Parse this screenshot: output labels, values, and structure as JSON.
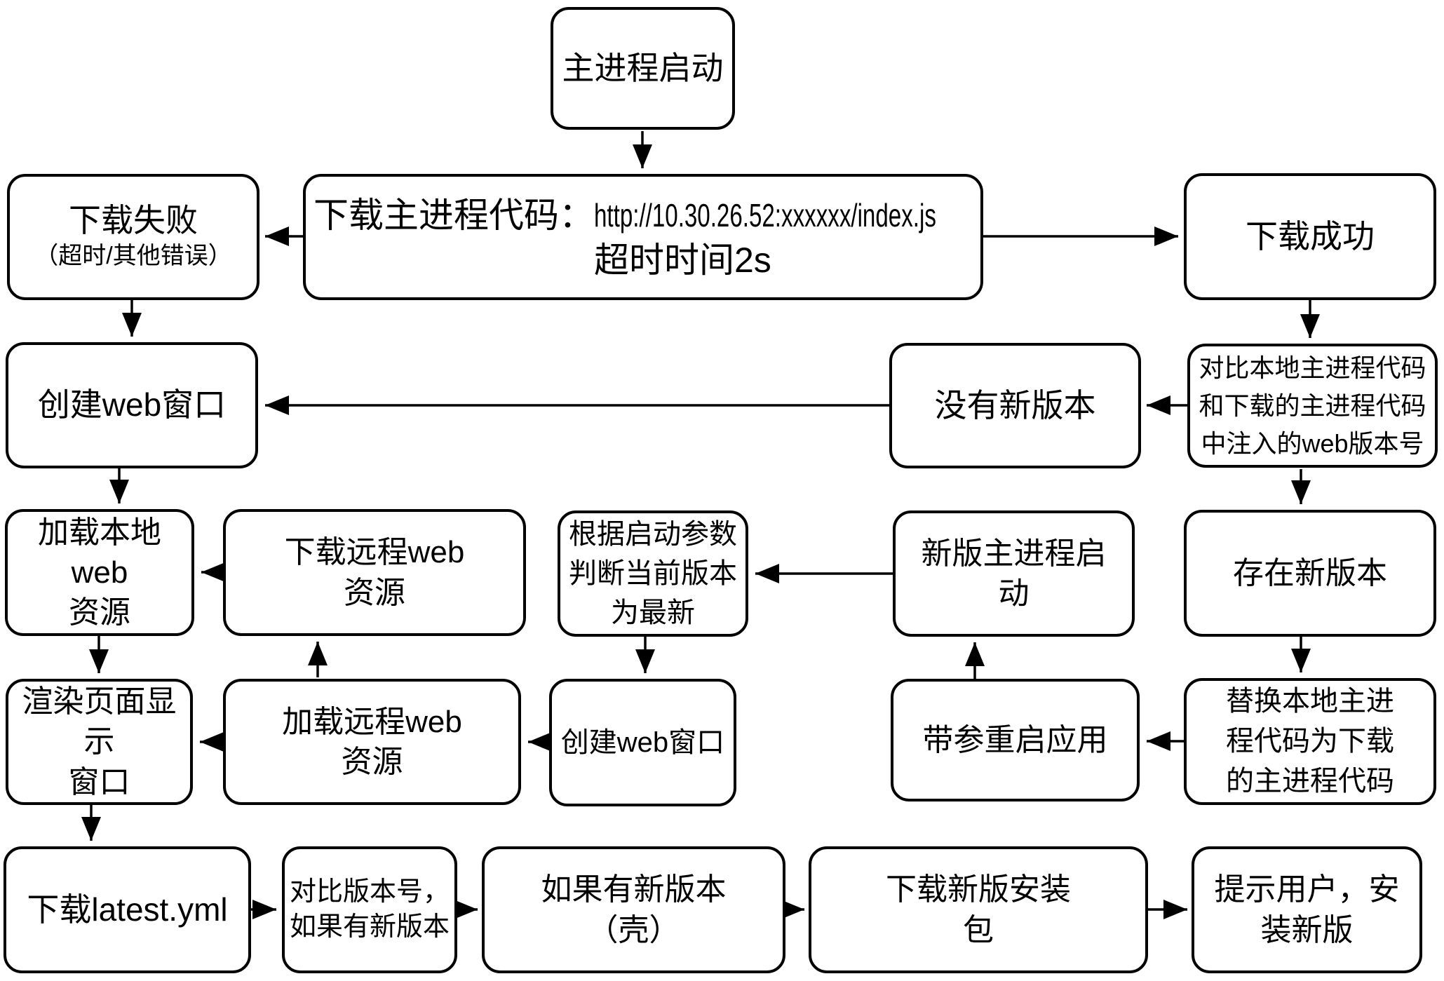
{
  "page": {
    "background_color": "#ffffff",
    "stroke_color": "#000000",
    "text_color": "#000000"
  },
  "diagram": {
    "nodes": {
      "main_start": {
        "label": "主进程启动"
      },
      "download_fail": {
        "label": "下载失败",
        "sublabel": "（超时/其他错误）"
      },
      "download_main": {
        "label_prefix": "下载主进程代码：",
        "url": "http://10.30.26.52:xxxxxx/index.js",
        "timeout_note": "超时时间2s"
      },
      "download_success": {
        "label": "下载成功"
      },
      "create_window_left": {
        "label": "创建web窗口"
      },
      "no_new_version": {
        "label": "没有新版本"
      },
      "compare_web_version": {
        "label": "对比本地主进程代码\n和下载的主进程代码\n中注入的web版本号"
      },
      "load_local_web": {
        "label": "加载本地web\n资源"
      },
      "download_remote_web": {
        "label": "下载远程web\n资源"
      },
      "judge_latest_by_args": {
        "label": "根据启动参数\n判断当前版本\n为最新"
      },
      "new_main_start": {
        "label": "新版主进程启\n动"
      },
      "has_new_version": {
        "label": "存在新版本"
      },
      "render_page_window": {
        "label": "渲染页面显示\n窗口"
      },
      "load_remote_web": {
        "label": "加载远程web\n资源"
      },
      "create_window_mid": {
        "label": "创建web窗口"
      },
      "restart_with_args": {
        "label": "带参重启应用"
      },
      "replace_local_code": {
        "label": "替换本地主进\n程代码为下载\n的主进程代码"
      },
      "download_latest_yml": {
        "label": "下载latest.yml"
      },
      "compare_version_number": {
        "label": "对比版本号，\n如果有新版本"
      },
      "new_version_shell": {
        "label": "如果有新版本\n（壳）"
      },
      "download_installer": {
        "label": "下载新版安装\n包"
      },
      "prompt_install": {
        "label": "提示用户，安\n装新版"
      }
    },
    "edges": [
      {
        "from": "main_start",
        "to": "download_main"
      },
      {
        "from": "download_main",
        "to": "download_fail"
      },
      {
        "from": "download_main",
        "to": "download_success"
      },
      {
        "from": "download_fail",
        "to": "create_window_left"
      },
      {
        "from": "download_success",
        "to": "compare_web_version"
      },
      {
        "from": "compare_web_version",
        "to": "no_new_version"
      },
      {
        "from": "no_new_version",
        "to": "create_window_left"
      },
      {
        "from": "create_window_left",
        "to": "load_local_web"
      },
      {
        "from": "download_remote_web",
        "to": "load_local_web"
      },
      {
        "from": "load_remote_web",
        "to": "download_remote_web"
      },
      {
        "from": "judge_latest_by_args",
        "to": "create_window_mid"
      },
      {
        "from": "new_main_start",
        "to": "judge_latest_by_args"
      },
      {
        "from": "compare_web_version",
        "to": "has_new_version"
      },
      {
        "from": "has_new_version",
        "to": "replace_local_code"
      },
      {
        "from": "replace_local_code",
        "to": "restart_with_args"
      },
      {
        "from": "restart_with_args",
        "to": "new_main_start"
      },
      {
        "from": "create_window_mid",
        "to": "load_remote_web"
      },
      {
        "from": "load_local_web",
        "to": "render_page_window"
      },
      {
        "from": "load_remote_web",
        "to": "render_page_window"
      },
      {
        "from": "render_page_window",
        "to": "download_latest_yml"
      },
      {
        "from": "download_latest_yml",
        "to": "compare_version_number"
      },
      {
        "from": "compare_version_number",
        "to": "new_version_shell"
      },
      {
        "from": "new_version_shell",
        "to": "download_installer"
      },
      {
        "from": "download_installer",
        "to": "prompt_install"
      }
    ]
  }
}
